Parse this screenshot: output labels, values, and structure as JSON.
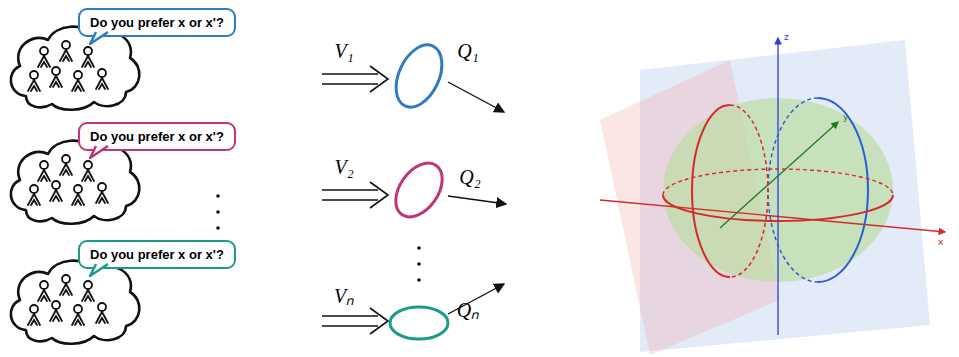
{
  "diagram": {
    "nodes": [
      {
        "text": [
          "Do you prefer x or x'?"
        ]
      },
      {
        "text": [
          "Do you prefer x or x'?"
        ]
      },
      {
        "text": [
          "Do you prefer x or x'?"
        ]
      }
    ],
    "labels": [
      "V₁",
      "V₂",
      "Vₙ",
      "Q₁",
      "Q₂",
      "Qₙ",
      "z",
      "y",
      "x"
    ]
  }
}
